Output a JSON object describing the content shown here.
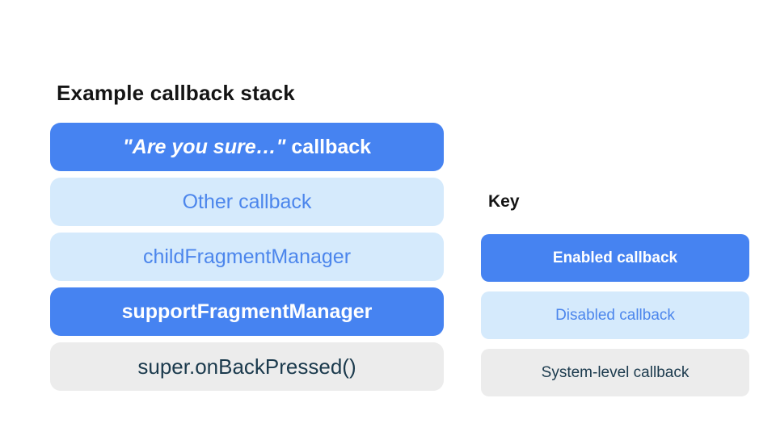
{
  "colors": {
    "enabled_bg": "#4683F1",
    "enabled_text": "#ffffff",
    "disabled_bg": "#D5EAFC",
    "disabled_text": "#4C86EC",
    "system_bg": "#ECECEC",
    "system_text": "#1B3A4D",
    "title_text": "#141414",
    "page_bg": "#ffffff"
  },
  "diagram": {
    "title": "Example callback stack",
    "stack": [
      {
        "label_italic": "\"Are you sure…\"",
        "label_rest": " callback",
        "type": "enabled"
      },
      {
        "label": "Other callback",
        "type": "disabled"
      },
      {
        "label": "childFragmentManager",
        "type": "disabled"
      },
      {
        "label": "supportFragmentManager",
        "type": "enabled"
      },
      {
        "label": "super.onBackPressed()",
        "type": "system"
      }
    ]
  },
  "key": {
    "title": "Key",
    "items": [
      {
        "label": "Enabled callback",
        "type": "enabled"
      },
      {
        "label": "Disabled callback",
        "type": "disabled"
      },
      {
        "label": "System-level callback",
        "type": "system"
      }
    ]
  }
}
